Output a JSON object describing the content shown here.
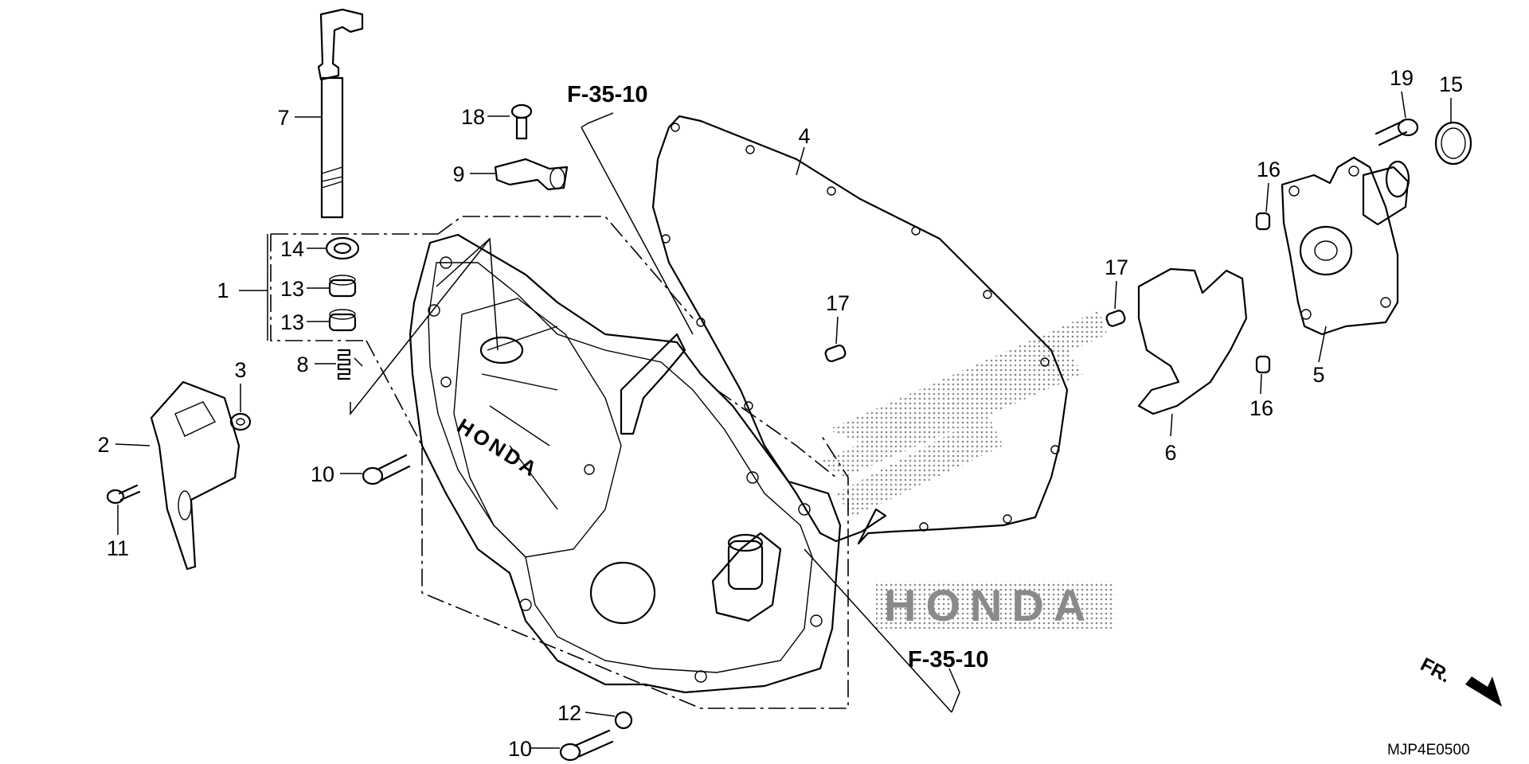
{
  "diagram": {
    "callouts": [
      {
        "id": "1",
        "label": "1"
      },
      {
        "id": "2",
        "label": "2"
      },
      {
        "id": "3",
        "label": "3"
      },
      {
        "id": "4",
        "label": "4"
      },
      {
        "id": "5",
        "label": "5"
      },
      {
        "id": "6",
        "label": "6"
      },
      {
        "id": "7",
        "label": "7"
      },
      {
        "id": "8",
        "label": "8"
      },
      {
        "id": "9",
        "label": "9"
      },
      {
        "id": "10a",
        "label": "10"
      },
      {
        "id": "10b",
        "label": "10"
      },
      {
        "id": "11",
        "label": "11"
      },
      {
        "id": "12",
        "label": "12"
      },
      {
        "id": "13a",
        "label": "13"
      },
      {
        "id": "13b",
        "label": "13"
      },
      {
        "id": "14",
        "label": "14"
      },
      {
        "id": "15",
        "label": "15"
      },
      {
        "id": "16a",
        "label": "16"
      },
      {
        "id": "16b",
        "label": "16"
      },
      {
        "id": "17a",
        "label": "17"
      },
      {
        "id": "17b",
        "label": "17"
      },
      {
        "id": "18",
        "label": "18"
      },
      {
        "id": "19",
        "label": "19"
      }
    ],
    "references": [
      {
        "id": "top",
        "label": "F-35-10"
      },
      {
        "id": "bottom",
        "label": "F-35-10"
      }
    ],
    "direction_label": "FR.",
    "diagram_code": "MJP4E0500",
    "cover_brand": "HONDA",
    "watermark_brand": "HONDA",
    "colors": {
      "ink": "#000000",
      "halftone": "#8a8a8a",
      "background": "#ffffff"
    }
  }
}
